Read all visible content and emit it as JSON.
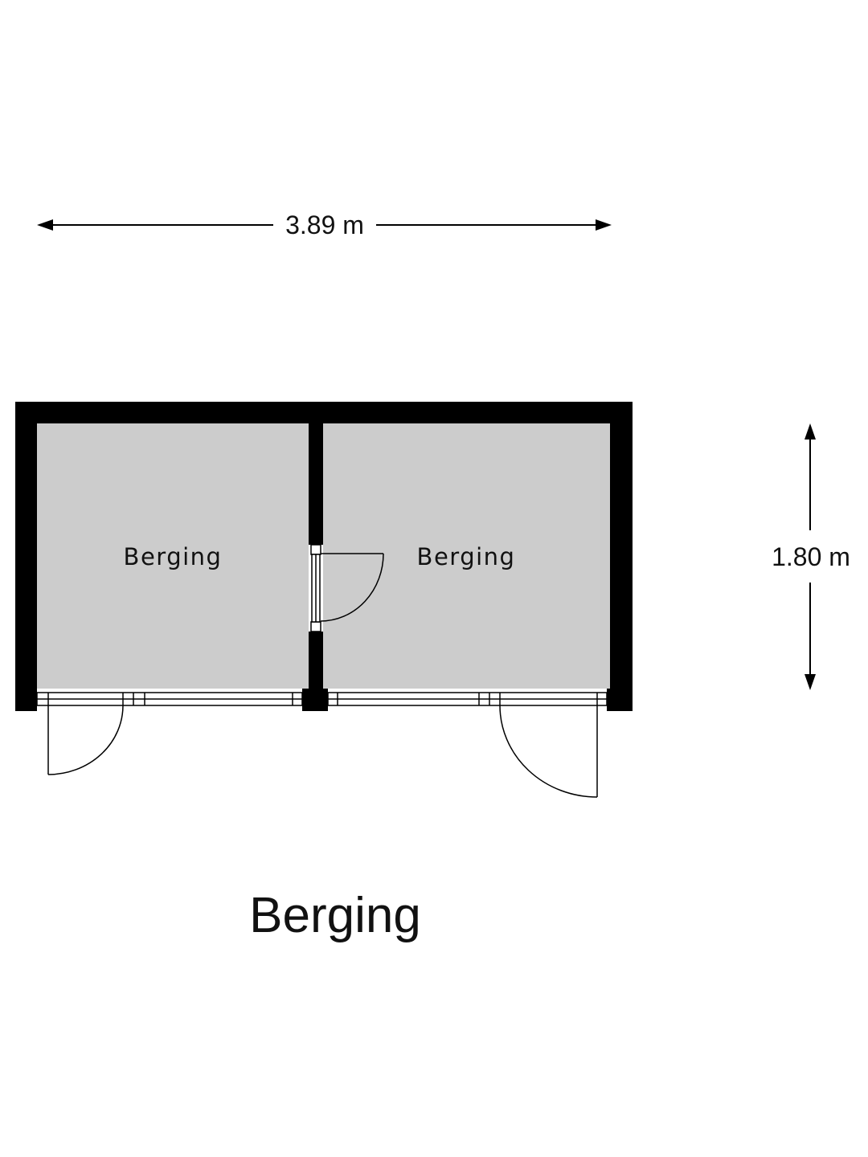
{
  "dimensions": {
    "width": "3.89 m",
    "depth": "1.80 m"
  },
  "rooms": [
    {
      "name": "Berging"
    },
    {
      "name": "Berging"
    }
  ],
  "title": "Berging",
  "colors": {
    "wall": "#000000",
    "floor": "#cccccc",
    "line": "#000000",
    "background": "#ffffff"
  }
}
